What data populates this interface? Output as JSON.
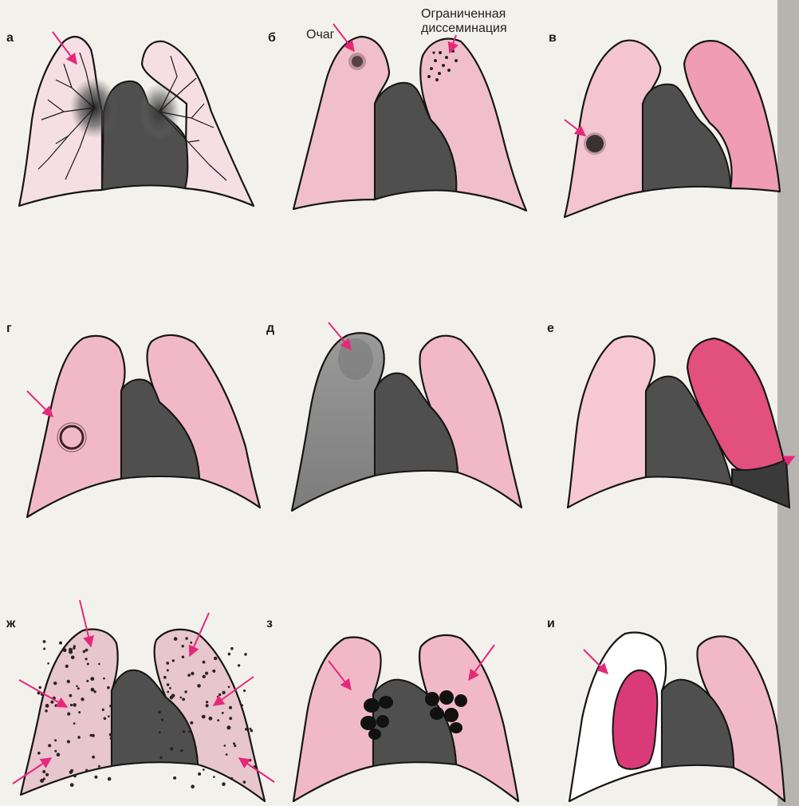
{
  "panels": [
    {
      "letter": "а"
    },
    {
      "letter": "б"
    },
    {
      "letter": "в"
    },
    {
      "letter": "г"
    },
    {
      "letter": "д"
    },
    {
      "letter": "е"
    },
    {
      "letter": "ж"
    },
    {
      "letter": "з"
    },
    {
      "letter": "и"
    }
  ],
  "callouts": {
    "focus": "Очаг",
    "dissemination_line1": "Ограниченная",
    "dissemination_line2": "диссеминация"
  },
  "colors": {
    "lung_pink": "#f1b3c3",
    "lung_pink_deep": "#e2507f",
    "lung_grey": "#8a8a8a",
    "heart": "#4f4f4f",
    "arrow": "#e6287a",
    "outline": "#151515",
    "paper": "#f3f1ec"
  }
}
